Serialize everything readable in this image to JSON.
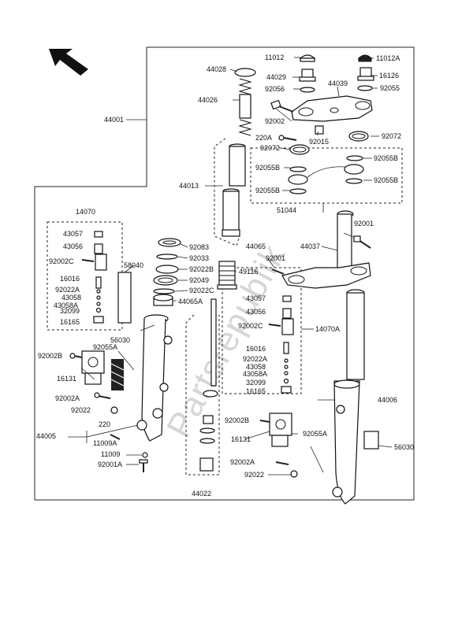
{
  "labels": {
    "l11012": "11012",
    "l11012a": "11012A",
    "l44028": "44028",
    "l44029": "44029",
    "l16126": "16126",
    "l44039": "44039",
    "l92056": "92056",
    "l92055": "92055",
    "l44026": "44026",
    "l92002": "92002",
    "l44001": "44001",
    "l220a": "220A",
    "l92015": "92015",
    "l92072a": "92072",
    "l92072b": "92072",
    "l92055b1": "92055B",
    "l92055b2": "92055B",
    "l92055b3": "92055B",
    "l92055b4": "92055B",
    "l44013": "44013",
    "l51044": "51044",
    "l14070": "14070",
    "l43057a": "43057",
    "l43056a": "43056",
    "l92002ca": "92002C",
    "l16016a": "16016",
    "l92022aa": "92022A",
    "l43058a": "43058",
    "l43058aa": "43058A",
    "l32099a": "32099",
    "l16165a": "16165",
    "l58040": "58040",
    "l44065": "44065",
    "l92083": "92083",
    "l92033": "92033",
    "l92022b": "92022B",
    "l92049": "92049",
    "l92022c": "92022C",
    "l44065a": "44065A",
    "l49116": "49116",
    "l92001a": "92001",
    "l92001b": "92001",
    "l44037": "44037",
    "l43057b": "43057",
    "l43056b": "43056",
    "l92002cb": "92002C",
    "l14070a": "14070A",
    "l16016b": "16016",
    "l92022ab": "92022A",
    "l43058b": "43058",
    "l43058ab": "43058A",
    "l32099b": "32099",
    "l16165b": "16165",
    "l56030a": "56030",
    "l92055a1": "92055A",
    "l92002ba": "92002B",
    "l16131a": "16131",
    "l92002aa": "92002A",
    "l92022a1": "92022",
    "l220": "220",
    "l44005": "44005",
    "l11009a": "11009A",
    "l11009": "11009",
    "l92001a2": "92001A",
    "l44022": "44022",
    "l44006": "44006",
    "l92002bb": "92002B",
    "l92055a2": "92055A",
    "l16131b": "16131",
    "l56030b": "56030",
    "l92002ab": "92002A",
    "l92022b2": "92022"
  },
  "watermark": "Partsrepublik"
}
